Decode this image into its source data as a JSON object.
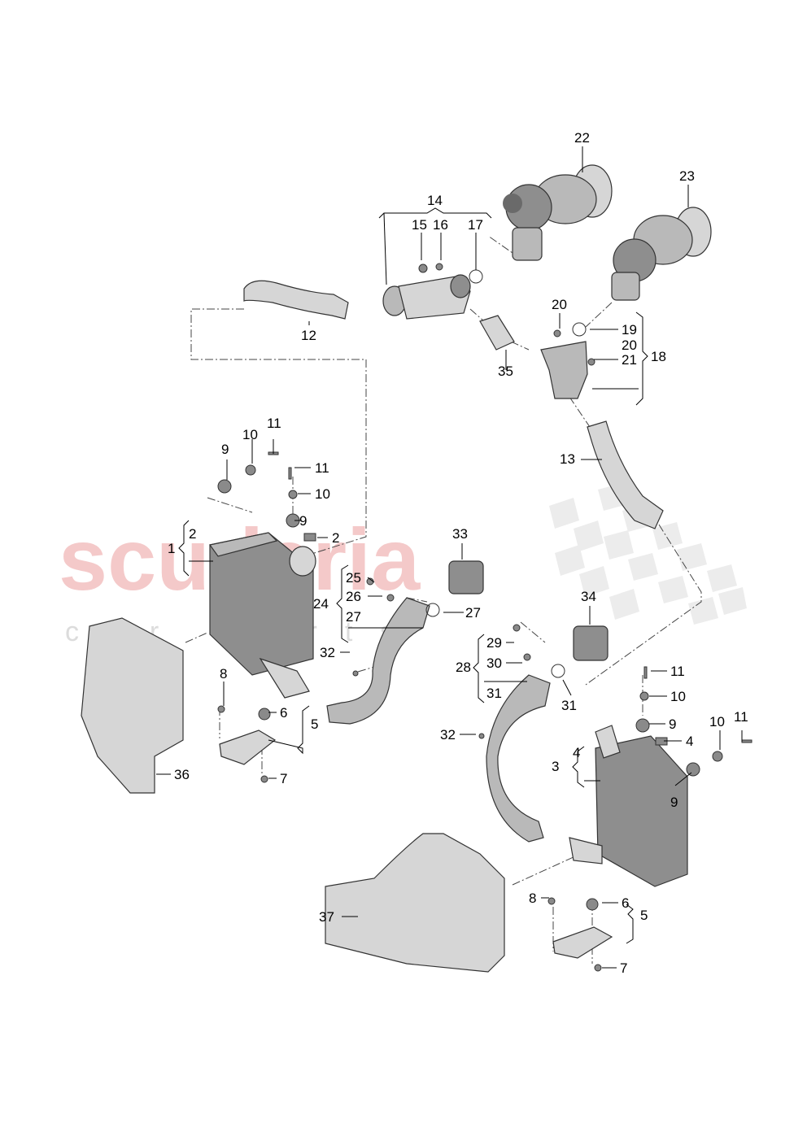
{
  "watermark": {
    "brand": "scuderia",
    "subtitle": "car parts"
  },
  "callouts": [
    {
      "id": "c22",
      "text": "22"
    },
    {
      "id": "c23",
      "text": "23"
    },
    {
      "id": "c14",
      "text": "14"
    },
    {
      "id": "c15",
      "text": "15"
    },
    {
      "id": "c16",
      "text": "16"
    },
    {
      "id": "c17",
      "text": "17"
    },
    {
      "id": "c12",
      "text": "12"
    },
    {
      "id": "c35",
      "text": "35"
    },
    {
      "id": "c20a",
      "text": "20"
    },
    {
      "id": "c19",
      "text": "19"
    },
    {
      "id": "c20b",
      "text": "20"
    },
    {
      "id": "c21",
      "text": "21"
    },
    {
      "id": "c18",
      "text": "18"
    },
    {
      "id": "c13",
      "text": "13"
    },
    {
      "id": "c11a",
      "text": "11"
    },
    {
      "id": "c10a",
      "text": "10"
    },
    {
      "id": "c9a",
      "text": "9"
    },
    {
      "id": "c11b",
      "text": "11"
    },
    {
      "id": "c10b",
      "text": "10"
    },
    {
      "id": "c9b",
      "text": "9"
    },
    {
      "id": "c1",
      "text": "1"
    },
    {
      "id": "c2a",
      "text": "2"
    },
    {
      "id": "c2b",
      "text": "2"
    },
    {
      "id": "c33",
      "text": "33"
    },
    {
      "id": "c25",
      "text": "25"
    },
    {
      "id": "c26",
      "text": "26"
    },
    {
      "id": "c24",
      "text": "24"
    },
    {
      "id": "c27a",
      "text": "27"
    },
    {
      "id": "c27b",
      "text": "27"
    },
    {
      "id": "c34",
      "text": "34"
    },
    {
      "id": "c32a",
      "text": "32"
    },
    {
      "id": "c8a",
      "text": "8"
    },
    {
      "id": "c6a",
      "text": "6"
    },
    {
      "id": "c5a",
      "text": "5"
    },
    {
      "id": "c7a",
      "text": "7"
    },
    {
      "id": "c36",
      "text": "36"
    },
    {
      "id": "c29",
      "text": "29"
    },
    {
      "id": "c30",
      "text": "30"
    },
    {
      "id": "c28",
      "text": "28"
    },
    {
      "id": "c31a",
      "text": "31"
    },
    {
      "id": "c31b",
      "text": "31"
    },
    {
      "id": "c11c",
      "text": "11"
    },
    {
      "id": "c10c",
      "text": "10"
    },
    {
      "id": "c9c",
      "text": "9"
    },
    {
      "id": "c32b",
      "text": "32"
    },
    {
      "id": "c4a",
      "text": "4"
    },
    {
      "id": "c4b",
      "text": "4"
    },
    {
      "id": "c3",
      "text": "3"
    },
    {
      "id": "c10d",
      "text": "10"
    },
    {
      "id": "c11d",
      "text": "11"
    },
    {
      "id": "c9d",
      "text": "9"
    },
    {
      "id": "c37",
      "text": "37"
    },
    {
      "id": "c8b",
      "text": "8"
    },
    {
      "id": "c6b",
      "text": "6"
    },
    {
      "id": "c5b",
      "text": "5"
    },
    {
      "id": "c7b",
      "text": "7"
    }
  ]
}
